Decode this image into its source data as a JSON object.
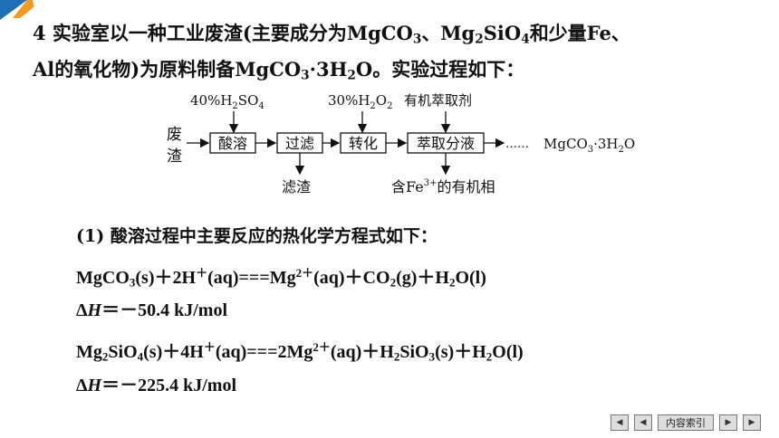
{
  "question": {
    "line1": {
      "num": "4",
      "text_a": " 实验室以一种工业废渣(主要成分为MgCO",
      "sub_a": "3",
      "text_b": "、Mg",
      "sub_b": "2",
      "text_c": "SiO",
      "sub_c": "4",
      "text_d": "和少量Fe、"
    },
    "line2": {
      "text_a": "Al的氧化物)为原料制备MgCO",
      "sub_a": "3",
      "text_b": "·3H",
      "sub_b": "2",
      "text_c": "O。实验过程如下："
    }
  },
  "flow": {
    "raw_top": "废",
    "raw_bottom": "渣",
    "boxes": [
      "酸溶",
      "过滤",
      "转化",
      "萃取分液"
    ],
    "reagent1_a": "40%H",
    "reagent1_sub": "2",
    "reagent1_b": "SO",
    "reagent1_sub2": "4",
    "reagent2_a": "30%H",
    "reagent2_sub": "2",
    "reagent2_b": "O",
    "reagent2_sub2": "2",
    "reagent3": "有机萃取剂",
    "dots": "……",
    "product_a": "MgCO",
    "product_sub": "3",
    "product_b": "·3H",
    "product_sub2": "2",
    "product_c": "O",
    "residue": "滤渣",
    "organic_a": "含Fe",
    "organic_sup": "3+",
    "organic_b": "的有机相"
  },
  "sub_question": "(1) 酸溶过程中主要反应的热化学方程式如下：",
  "eq1": {
    "a": "MgCO",
    "s1": "3",
    "b": "(s)＋2H",
    "p1": "＋",
    "c": "(aq)===Mg",
    "p2": "2＋",
    "d": "(aq)＋CO",
    "s2": "2",
    "e": "(g)＋H",
    "s3": "2",
    "f": "O(l)"
  },
  "dh1": {
    "delta": "Δ",
    "h": "H",
    "value": "＝－50.4 kJ/mol"
  },
  "eq2": {
    "a": "Mg",
    "s1": "2",
    "b": "SiO",
    "s2": "4",
    "c": "(s)＋4H",
    "p1": "＋",
    "d": "(aq)===2Mg",
    "p2": "2＋",
    "e": "(aq)＋H",
    "s3": "2",
    "f": "SiO",
    "s4": "3",
    "g": "(s)＋H",
    "s5": "2",
    "h": "O(l)"
  },
  "dh2": {
    "delta": "Δ",
    "h": "H",
    "value": "＝－225.4 kJ/mol"
  },
  "nav": {
    "first": "◀",
    "prev": "◀",
    "index_label": "内容索引",
    "next": "▶",
    "last": "▶"
  },
  "colors": {
    "corner_blue": "#1f6fb5",
    "corner_orange": "#f39a1e"
  }
}
